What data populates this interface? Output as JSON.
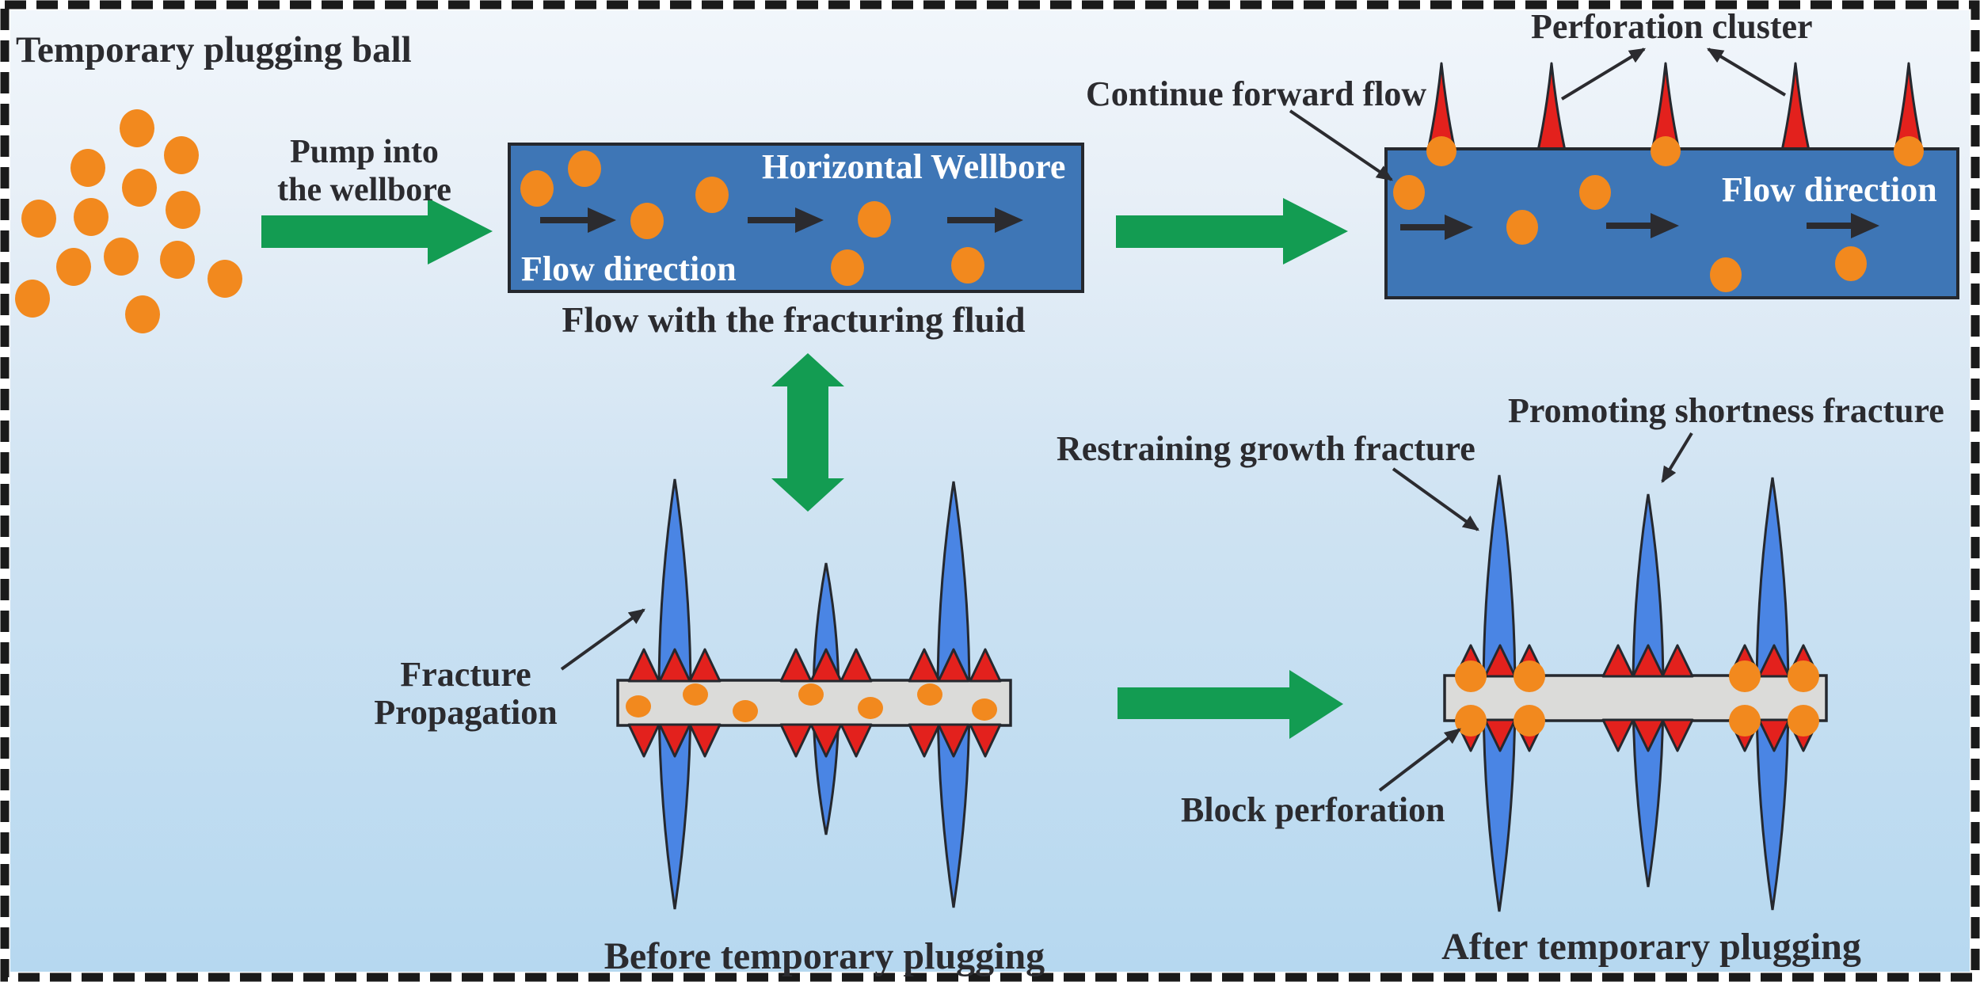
{
  "colors": {
    "ink": "#2B2B2F",
    "paper": "#FFFFFF",
    "green": "#139C52",
    "ball": "#F2891E",
    "wellblue": "#3E76B6",
    "fracblue": "#4A85E4",
    "red": "#E3211D",
    "gray": "#DBDBD9",
    "outline": "#25282E",
    "bgtop": "#F1F6FB",
    "bgbot": "#B6D8F0"
  },
  "stage1": {
    "title": "Temporary plugging ball",
    "pump_line1": "Pump into",
    "pump_line2": "the wellbore"
  },
  "stage2": {
    "wellbore_label": "Horizontal Wellbore",
    "flow_label": "Flow direction",
    "caption": "Flow with the fracturing fluid"
  },
  "stage3": {
    "continue_label": "Continue forward flow",
    "perforation_label": "Perforation cluster",
    "flow_label": "Flow direction"
  },
  "before": {
    "label_line1": "Fracture",
    "label_line2": "Propagation",
    "caption": "Before temporary plugging"
  },
  "after": {
    "restrain_label": "Restraining growth fracture",
    "promote_label": "Promoting shortness fracture",
    "block_label": "Block perforation",
    "caption": "After temporary plugging"
  }
}
